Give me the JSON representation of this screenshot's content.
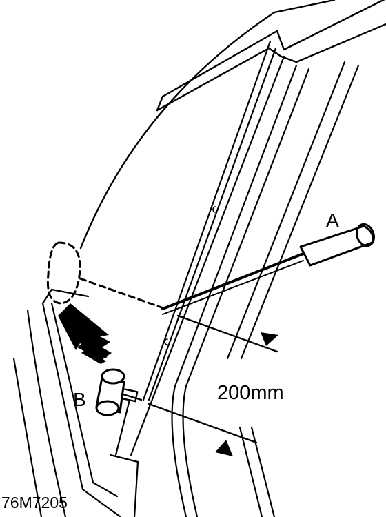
{
  "labels": {
    "tool_a": "A",
    "tool_b": "B",
    "dimension": "200mm",
    "reference": "76M7205"
  },
  "colors": {
    "ink": "#000000",
    "paper": "#ffffff"
  },
  "icons": {
    "lift_arrow": "up-arrow-icon",
    "dimension_arrows": "triangle-arrow-icon"
  }
}
